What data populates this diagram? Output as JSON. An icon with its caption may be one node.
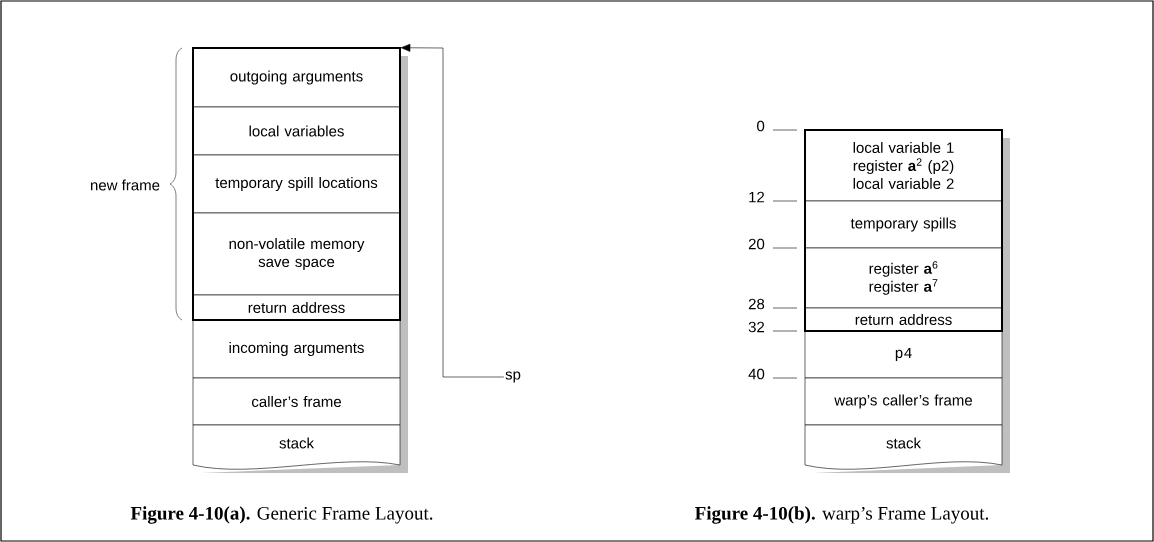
{
  "diagram": {
    "nodes": [
      {
        "text": [
          "outgoing arguments"
        ]
      },
      {
        "text": [
          "local variables"
        ]
      },
      {
        "text": [
          "temporary spill locations"
        ]
      },
      {
        "text": [
          "non-volatile memory save space"
        ]
      },
      {
        "text": [
          "return address"
        ]
      },
      {
        "text": [
          "incoming arguments"
        ]
      },
      {
        "text": [
          "caller’s frame"
        ]
      },
      {
        "text": [
          "stack"
        ]
      },
      {
        "text": [
          "sp"
        ]
      },
      {
        "text": [
          "local variable 1",
          "register **a**$^{2}$ (p2)",
          "local variable 2"
        ]
      },
      {
        "text": [
          "temporary spills"
        ]
      },
      {
        "text": [
          "register **a**$^{6}$",
          "register **a**$^{7}$"
        ]
      },
      {
        "text": [
          "return address"
        ]
      },
      {
        "text": [
          "p4"
        ]
      },
      {
        "text": [
          "warp’s caller’s frame"
        ]
      },
      {
        "text": [
          "stack"
        ]
      }
    ],
    "edges": [
      {
        "from": 8,
        "to": 0,
        "arrow": "to"
      }
    ],
    "labels": [
      "new frame",
      "0",
      "12",
      "20",
      "28",
      "32",
      "40",
      "**Figure 4-10(a).** Generic Frame Layout.",
      "**Figure 4-10(b).** warp’s Frame Layout."
    ]
  }
}
